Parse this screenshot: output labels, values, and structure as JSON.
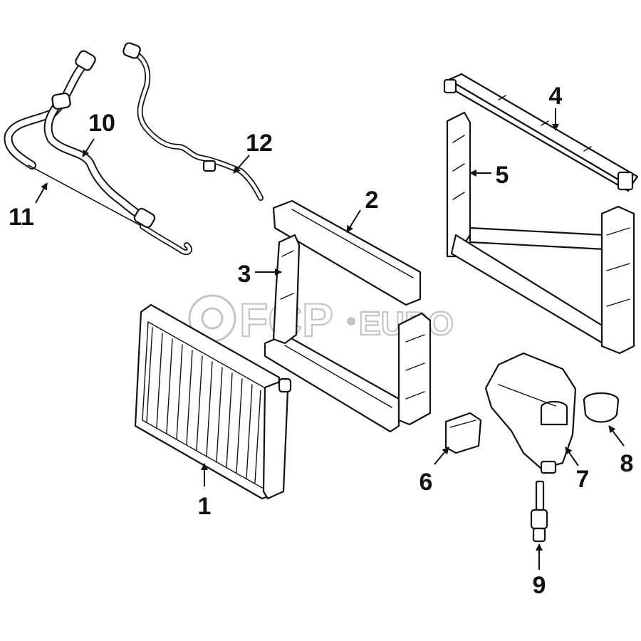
{
  "watermark": {
    "brand": "FCP",
    "suffix": "EURO",
    "registered_mark": "®"
  },
  "callouts": {
    "c1": "1",
    "c2": "2",
    "c3": "3",
    "c4": "4",
    "c5": "5",
    "c6": "6",
    "c7": "7",
    "c8": "8",
    "c9": "9",
    "c10": "10",
    "c11": "11",
    "c12": "12"
  }
}
